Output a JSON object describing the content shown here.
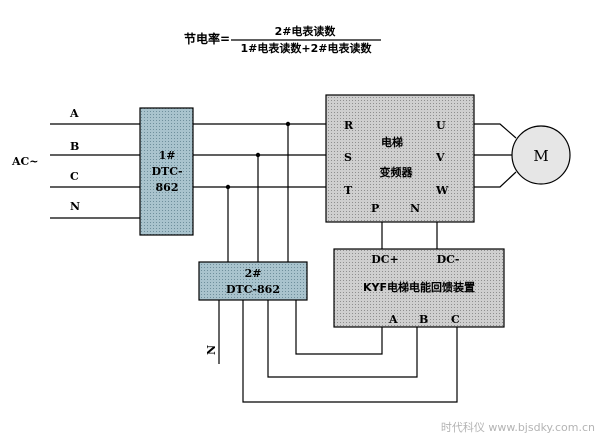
{
  "formula": {
    "label": "节电率=",
    "numerator": "2#电表读数",
    "denominator": "1#电表读数+2#电表读数"
  },
  "supply": {
    "label": "AC~",
    "phases": [
      "A",
      "B",
      "C",
      "N"
    ]
  },
  "meter1": {
    "line1": "1#",
    "line2": "DTC-",
    "line3": "862"
  },
  "meter2": {
    "line1": "2#",
    "line2": "DTC-862"
  },
  "inverter": {
    "title_line1": "电梯",
    "title_line2": "变频器",
    "inputs": [
      "R",
      "S",
      "T"
    ],
    "outputs": [
      "U",
      "V",
      "W"
    ],
    "dc_terminals": [
      "P",
      "N"
    ]
  },
  "motor": {
    "label": "M"
  },
  "feedback": {
    "title": "KYF电梯电能回馈装置",
    "dc_terminals": [
      "DC+",
      "DC-"
    ],
    "phase_terminals": [
      "A",
      "B",
      "C"
    ]
  },
  "meter2_neutral": "N",
  "watermark": "时代科仪 www.bjsdky.com.cn",
  "colors": {
    "meter_fill": "#a9c3cd",
    "device_fill": "#c8c8c8",
    "line": "#000000",
    "watermark": "#b4b4b4"
  }
}
